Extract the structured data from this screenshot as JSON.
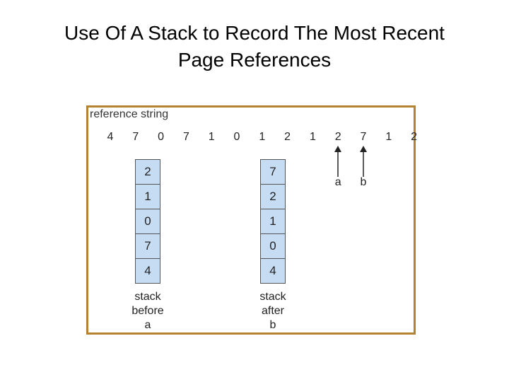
{
  "title": {
    "line1": "Use Of A Stack to Record The Most Recent",
    "line2": "Page References"
  },
  "diagram": {
    "reference_label": "reference string",
    "reference_string": [
      "4",
      "7",
      "0",
      "7",
      "1",
      "0",
      "1",
      "2",
      "1",
      "2",
      "7",
      "1",
      "2"
    ],
    "stack_before": {
      "cells": [
        "2",
        "1",
        "0",
        "7",
        "4"
      ],
      "caption": [
        "stack",
        "before",
        "a"
      ]
    },
    "stack_after": {
      "cells": [
        "7",
        "2",
        "1",
        "0",
        "4"
      ],
      "caption": [
        "stack",
        "after",
        "b"
      ]
    },
    "markers": [
      {
        "label": "a",
        "ref_index": 9
      },
      {
        "label": "b",
        "ref_index": 10
      }
    ],
    "colors": {
      "border": "#b5832f",
      "cell_fill": "#c6dcf3"
    }
  }
}
